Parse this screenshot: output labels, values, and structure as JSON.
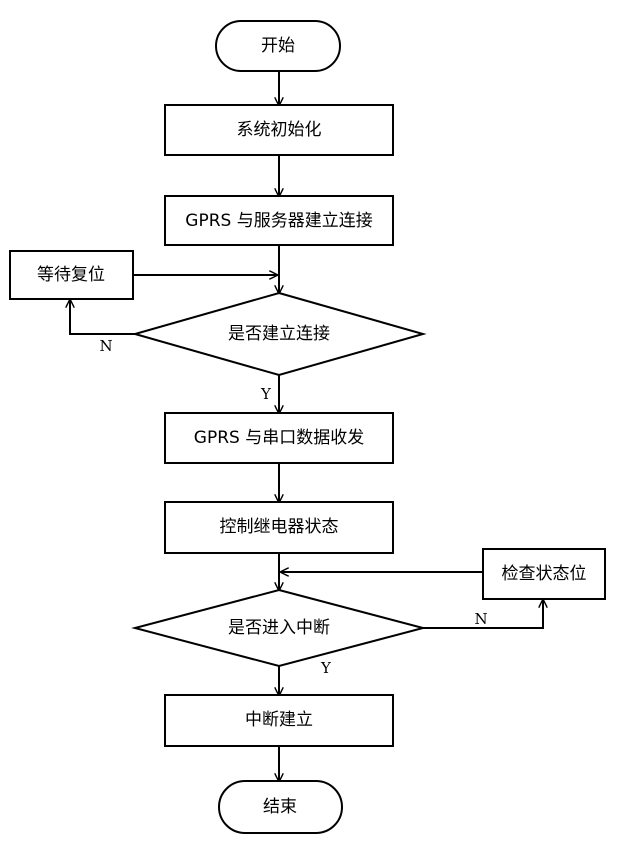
{
  "flowchart": {
    "start": "开始",
    "init": "系统初始化",
    "gprs_connect": "GPRS 与服务器建立连接",
    "wait_reset": "等待复位",
    "is_connected": "是否建立连接",
    "gprs_serial": "GPRS 与串口数据收发",
    "control_relay": "控制继电器状态",
    "check_status": "检查状态位",
    "is_interrupt": "是否进入中断",
    "interrupt_established": "中断建立",
    "end": "结束",
    "label_no_1": "N",
    "label_yes_1": "Y",
    "label_no_2": "N",
    "label_yes_2": "Y"
  }
}
